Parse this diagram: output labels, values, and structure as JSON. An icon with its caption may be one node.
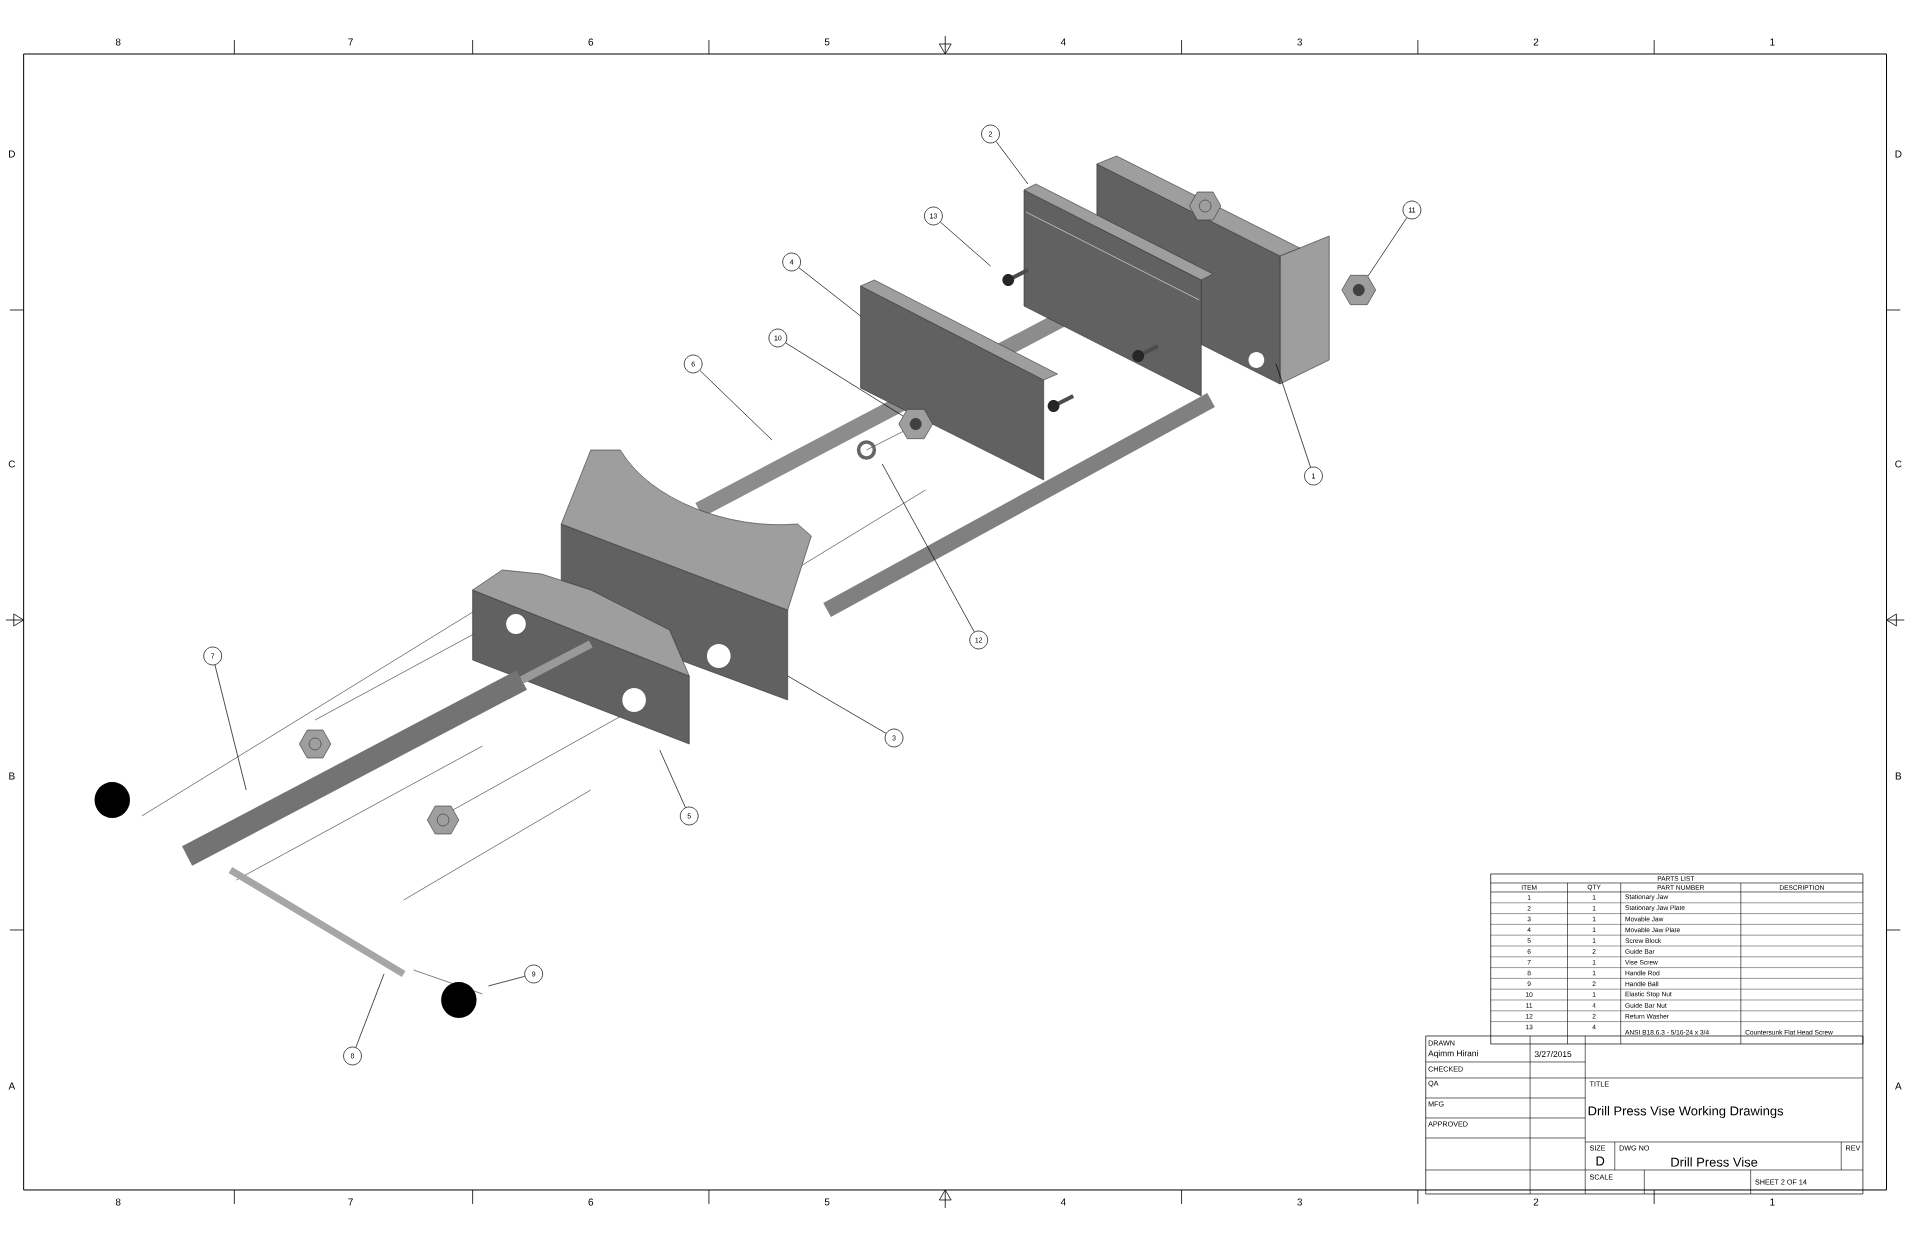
{
  "diagram": {
    "nodes": [
      {
        "text": [
          "2"
        ]
      },
      {
        "text": [
          "13"
        ]
      },
      {
        "text": [
          "11"
        ]
      },
      {
        "text": [
          "4"
        ]
      },
      {
        "text": [
          "10"
        ]
      },
      {
        "text": [
          "6"
        ]
      },
      {
        "text": [
          "1"
        ]
      },
      {
        "text": [
          "12"
        ]
      },
      {
        "text": [
          "3"
        ]
      },
      {
        "text": [
          "7"
        ]
      },
      {
        "text": [
          "5"
        ]
      },
      {
        "text": [
          "9"
        ]
      },
      {
        "text": [
          "8"
        ]
      },
      {
        "text": [],
        "shape": "hexagon"
      },
      {
        "text": [],
        "shape": "hexagon"
      }
    ],
    "edges": [
      {
        "from": 0,
        "to": null,
        "arrow": "none"
      },
      {
        "from": 1,
        "to": null,
        "arrow": "none"
      },
      {
        "from": 2,
        "to": 13,
        "arrow": "none"
      },
      {
        "from": 3,
        "to": null,
        "arrow": "none"
      },
      {
        "from": 4,
        "to": 14,
        "arrow": "none"
      },
      {
        "from": 5,
        "to": null,
        "arrow": "none"
      },
      {
        "from": 6,
        "to": null,
        "arrow": "none"
      },
      {
        "from": 7,
        "to": null,
        "arrow": "none"
      },
      {
        "from": 8,
        "to": null,
        "arrow": "none"
      },
      {
        "from": 9,
        "to": null,
        "arrow": "none"
      },
      {
        "from": 10,
        "to": null,
        "arrow": "none"
      },
      {
        "from": 11,
        "to": null,
        "arrow": "none"
      },
      {
        "from": 12,
        "to": null,
        "arrow": "none"
      }
    ],
    "labels": [
      "8",
      "7",
      "6",
      "5",
      "4",
      "3",
      "2",
      "1",
      "D",
      "C",
      "B",
      "A",
      "D",
      "C",
      "B",
      "A",
      "8",
      "7",
      "6",
      "5",
      "4",
      "3",
      "2",
      "1",
      "PARTS LIST",
      "ITEM",
      "QTY",
      "PART NUMBER",
      "DESCRIPTION",
      "1",
      "1",
      "Stationary Jaw",
      "2",
      "1",
      "Stationary Jaw Plate",
      "3",
      "1",
      "Movable Jaw",
      "4",
      "1",
      "Movable Jaw Plate",
      "5",
      "1",
      "Screw Block",
      "6",
      "2",
      "Guide Bar",
      "7",
      "1",
      "Vise Screw",
      "8",
      "1",
      "Handle Rod",
      "9",
      "2",
      "Handle Ball",
      "10",
      "1",
      "Elastic Stop Nut",
      "11",
      "4",
      "Guide Bar Nut",
      "12",
      "2",
      "Return Washer",
      "13",
      "4",
      "ANSI B18.6.3 - 5/16-24 x 3/4",
      "Countersunk Flat Head Screw",
      "DRAWN",
      "Aqimm Hirani",
      "3/27/2015",
      "CHECKED",
      "QA",
      "MFG",
      "APPROVED",
      "TITLE",
      "Drill Press Vise Working Drawings",
      "SIZE",
      "D",
      "DWG NO",
      "Drill Press Vise",
      "REV",
      "SCALE",
      "SHEET 2 OF 14"
    ]
  }
}
